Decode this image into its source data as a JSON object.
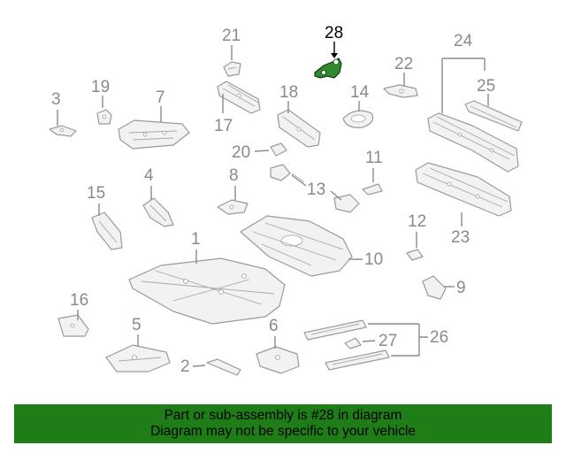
{
  "diagram": {
    "highlight_callout": "28",
    "highlight_color": "#2f8a2f",
    "callout_color": "#8a8a8a",
    "callouts": {
      "c1": "1",
      "c2": "2",
      "c3": "3",
      "c4": "4",
      "c5": "5",
      "c6": "6",
      "c7": "7",
      "c8": "8",
      "c9": "9",
      "c10": "10",
      "c11": "11",
      "c12": "12",
      "c13": "13",
      "c14": "14",
      "c15": "15",
      "c16": "16",
      "c17": "17",
      "c18": "18",
      "c19": "19",
      "c20": "20",
      "c21": "21",
      "c22": "22",
      "c23": "23",
      "c24": "24",
      "c25": "25",
      "c26": "26",
      "c27": "27",
      "c28": "28"
    }
  },
  "banner": {
    "line1": "Part or sub-assembly is #28 in diagram",
    "line2": "Diagram may not be specific to your vehicle",
    "background": "#1e7d16"
  }
}
